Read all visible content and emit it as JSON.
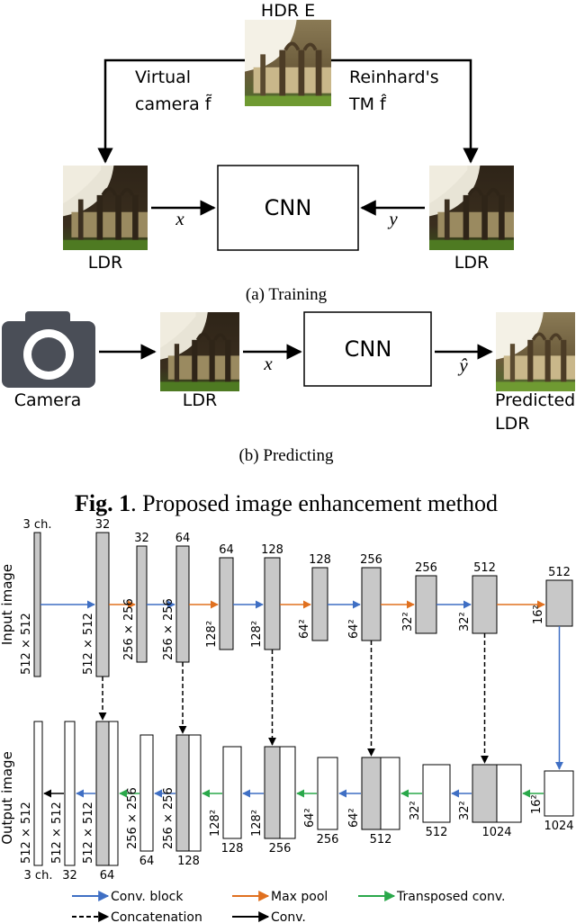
{
  "training": {
    "hdr_label": "HDR E",
    "virtual_camera_line1": "Virtual",
    "virtual_camera_line2": "camera f̃",
    "reinhard_line1": "Reinhard's",
    "reinhard_line2": "TM f̂",
    "ldr_left": "LDR",
    "ldr_right": "LDR",
    "cnn": "CNN",
    "x": "x",
    "y": "y",
    "caption": "(a) Training"
  },
  "predicting": {
    "camera": "Camera",
    "ldr": "LDR",
    "cnn": "CNN",
    "x": "x",
    "yhat": "ŷ",
    "predicted_line1": "Predicted",
    "predicted_line2": "LDR",
    "caption": "(b) Predicting"
  },
  "figure_caption": {
    "label": "Fig. 1",
    "text": ". Proposed image enhancement method"
  },
  "network": {
    "input_title": "Input image",
    "output_title": "Output image",
    "encoder_channels": [
      "3 ch.",
      "32",
      "32",
      "64",
      "64",
      "128",
      "128",
      "256",
      "256",
      "512",
      "512"
    ],
    "encoder_sizes": [
      "512 × 512",
      "512 × 512",
      "256 × 256",
      "256 × 256",
      "128²",
      "128²",
      "64²",
      "64²",
      "32²",
      "32²",
      "16²"
    ],
    "decoder_channels": [
      "3 ch.",
      "32",
      "64",
      "64",
      "128",
      "128",
      "256",
      "256",
      "512",
      "512",
      "1024",
      "1024"
    ],
    "decoder_sizes": [
      "512 × 512",
      "512 × 512",
      "512 × 512",
      "256 × 256",
      "256 × 256",
      "128²",
      "128²",
      "64²",
      "64²",
      "32²",
      "32²",
      "16²"
    ]
  },
  "legend": {
    "conv_block": "Conv. block",
    "max_pool": "Max pool",
    "transposed_conv": "Transposed conv.",
    "concatenation": "Concatenation",
    "conv": "Conv."
  },
  "colors": {
    "conv_block": "#3f6fc4",
    "max_pool": "#e0701f",
    "transposed_conv": "#2aa84a",
    "layer_fill": "#c8c8c8"
  }
}
